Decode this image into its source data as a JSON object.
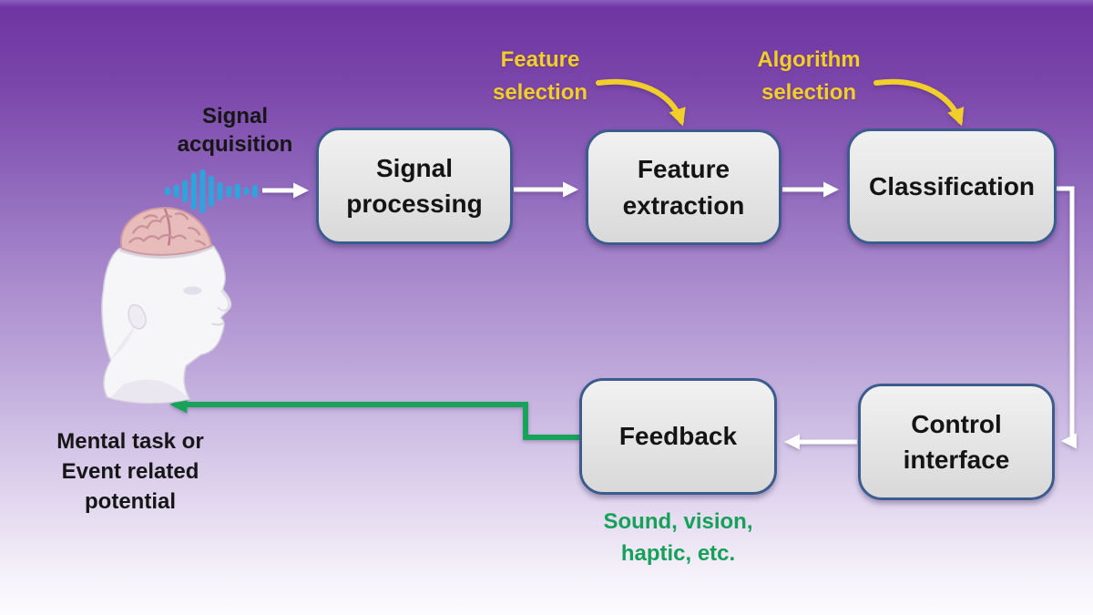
{
  "diagram": {
    "boxes": [
      {
        "id": "signal-processing",
        "label": "Signal processing"
      },
      {
        "id": "feature-extraction",
        "label": "Feature extraction"
      },
      {
        "id": "classification",
        "label": "Classification"
      },
      {
        "id": "control-interface",
        "label": "Control interface"
      },
      {
        "id": "feedback",
        "label": "Feedback"
      }
    ],
    "annotations": {
      "signal_acquisition": "Signal acquisition",
      "feature_selection": "Feature selection",
      "algorithm_selection": "Algorithm selection",
      "mental_task": "Mental task or Event related potential",
      "feedback_modalities": "Sound, vision, haptic, etc."
    },
    "icons": {
      "waveform": "audio-waveform-icon",
      "head": "human-head-with-exposed-brain-illustration"
    },
    "colors": {
      "background_top": "#6F35A2",
      "background_bottom": "#FCFBFE",
      "box_fill": "#E6E6E6",
      "box_border": "#3D5C8E",
      "arrow_white": "#FFFFFF",
      "accent_yellow": "#F2CE2B",
      "accent_green": "#17A45A",
      "accent_blue": "#2FA3DC",
      "text_black": "#161616"
    }
  }
}
